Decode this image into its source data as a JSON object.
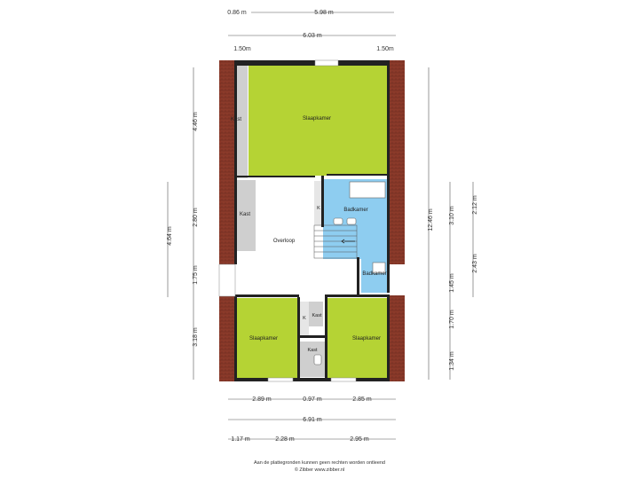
{
  "colors": {
    "bedroom": "#b5d334",
    "bathroom": "#8ecdf0",
    "wall": "#222222",
    "roof_tile": "#8b3a2a",
    "closet": "#cfcfcf",
    "floor": "#ffffff"
  },
  "rooms": {
    "bedroom_top": "Slaapkamer",
    "closet_top": "Kast",
    "closet_mid": "Kast",
    "landing": "Overloop",
    "bathroom_1": "Badkamer",
    "bathroom_2": "Badkamer",
    "closet_k1": "K",
    "closet_k2": "K",
    "closet_small_1": "Kast",
    "closet_small_2": "Kast",
    "bedroom_bl": "Slaapkamer",
    "bedroom_br": "Slaapkamer"
  },
  "dimensions": {
    "top_left": "0.86 m",
    "top_right": "5.98 m",
    "top_total": "6.03 m",
    "roof_left": "1.50m",
    "roof_right": "1.50m",
    "left_1": "4.46 m",
    "left_2": "2.80 m",
    "left_3": "1.75 m",
    "left_4": "3.18 m",
    "left_total": "4.64 m",
    "right_total": "12.46 m",
    "right_a1": "3.10 m",
    "right_a2": "1.45 m",
    "right_a3": "1.70 m",
    "right_a4": "1.34 m",
    "right_b1": "2.12 m",
    "right_b2": "2.43 m",
    "bottom_1a": "2.89 m",
    "bottom_1b": "0.97 m",
    "bottom_1c": "2.85 m",
    "bottom_total": "6.91 m",
    "bottom_3a": "1.17 m",
    "bottom_3b": "2.28 m",
    "bottom_3c": "2.95 m"
  },
  "footer": {
    "disclaimer": "Aan de plattegronden kunnen geen rechten worden ontleend",
    "copyright": "© Zibber www.zibber.nl"
  }
}
